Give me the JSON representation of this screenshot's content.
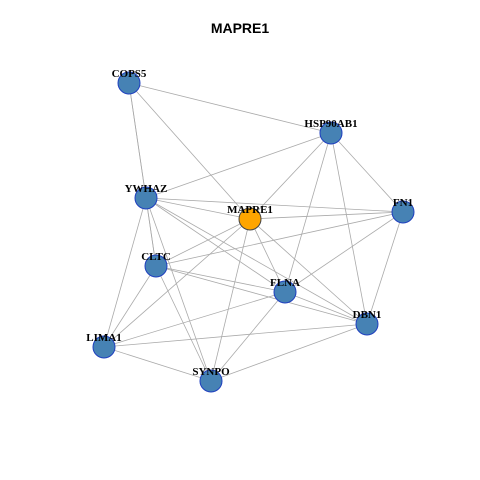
{
  "title": "MAPRE1",
  "colors": {
    "node_default": "#4682B4",
    "node_stroke": "#1f3fbf",
    "node_focus": "#FFA500",
    "node_focus_stroke": "#444444",
    "edge": "#aaaaaa"
  },
  "network": {
    "nodes": [
      {
        "id": "COPS5",
        "label": "COPS5",
        "focus": false
      },
      {
        "id": "HSP90AB1",
        "label": "HSP90AB1",
        "focus": false
      },
      {
        "id": "YWHAZ",
        "label": "YWHAZ",
        "focus": false
      },
      {
        "id": "MAPRE1",
        "label": "MAPRE1",
        "focus": true
      },
      {
        "id": "FN1",
        "label": "FN1",
        "focus": false
      },
      {
        "id": "CLTC",
        "label": "CLTC",
        "focus": false
      },
      {
        "id": "FLNA",
        "label": "FLNA",
        "focus": false
      },
      {
        "id": "DBN1",
        "label": "DBN1",
        "focus": false
      },
      {
        "id": "LIMA1",
        "label": "LIMA1",
        "focus": false
      },
      {
        "id": "SYNPO",
        "label": "SYNPO",
        "focus": false
      }
    ],
    "edges": [
      [
        "COPS5",
        "HSP90AB1"
      ],
      [
        "COPS5",
        "YWHAZ"
      ],
      [
        "COPS5",
        "CLTC"
      ],
      [
        "COPS5",
        "MAPRE1"
      ],
      [
        "HSP90AB1",
        "YWHAZ"
      ],
      [
        "HSP90AB1",
        "MAPRE1"
      ],
      [
        "HSP90AB1",
        "FN1"
      ],
      [
        "HSP90AB1",
        "FLNA"
      ],
      [
        "HSP90AB1",
        "DBN1"
      ],
      [
        "YWHAZ",
        "MAPRE1"
      ],
      [
        "YWHAZ",
        "FN1"
      ],
      [
        "YWHAZ",
        "CLTC"
      ],
      [
        "YWHAZ",
        "FLNA"
      ],
      [
        "YWHAZ",
        "DBN1"
      ],
      [
        "YWHAZ",
        "LIMA1"
      ],
      [
        "YWHAZ",
        "SYNPO"
      ],
      [
        "MAPRE1",
        "FN1"
      ],
      [
        "MAPRE1",
        "CLTC"
      ],
      [
        "MAPRE1",
        "FLNA"
      ],
      [
        "MAPRE1",
        "DBN1"
      ],
      [
        "MAPRE1",
        "LIMA1"
      ],
      [
        "MAPRE1",
        "SYNPO"
      ],
      [
        "FN1",
        "CLTC"
      ],
      [
        "FN1",
        "FLNA"
      ],
      [
        "FN1",
        "DBN1"
      ],
      [
        "CLTC",
        "FLNA"
      ],
      [
        "CLTC",
        "DBN1"
      ],
      [
        "CLTC",
        "LIMA1"
      ],
      [
        "CLTC",
        "SYNPO"
      ],
      [
        "FLNA",
        "DBN1"
      ],
      [
        "FLNA",
        "LIMA1"
      ],
      [
        "FLNA",
        "SYNPO"
      ],
      [
        "DBN1",
        "LIMA1"
      ],
      [
        "DBN1",
        "SYNPO"
      ],
      [
        "LIMA1",
        "SYNPO"
      ]
    ]
  }
}
